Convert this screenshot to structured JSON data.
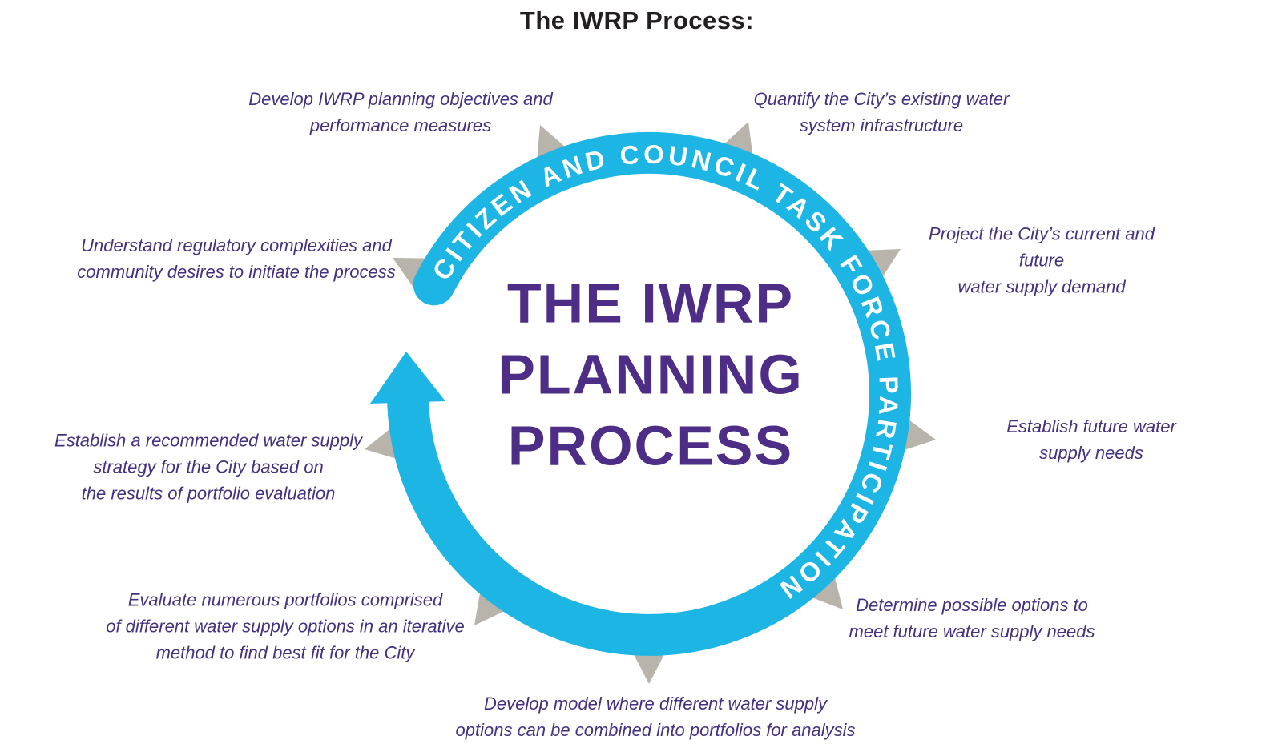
{
  "title": "The IWRP Process:",
  "diagram": {
    "ring_label": "CITIZEN AND COUNCIL TASK FORCE PARTICIPATION",
    "center": {
      "line1": "THE IWRP",
      "line2": "PLANNING",
      "line3": "PROCESS"
    },
    "colors": {
      "ring_cyan": "#1db5e4",
      "center_purple": "#4e2d87",
      "label_purple": "#45317f",
      "pointer_gray": "#b8b3ab",
      "title_black": "#231f20"
    },
    "steps": [
      {
        "text": "Develop IWRP planning objectives and\nperformance measures"
      },
      {
        "text": "Quantify the City’s existing water\nsystem infrastructure"
      },
      {
        "text": "Understand regulatory complexities and\ncommunity desires to initiate the process"
      },
      {
        "text": "Project the City’s current and future\nwater supply demand"
      },
      {
        "text": "Establish a recommended water supply\nstrategy for the City based on\nthe results of portfolio evaluation"
      },
      {
        "text": "Establish future water supply needs"
      },
      {
        "text": "Evaluate numerous portfolios comprised\nof different water supply options in an iterative\nmethod to find best fit for the City"
      },
      {
        "text": "Determine possible options to\nmeet future water supply needs"
      },
      {
        "text": "Develop model where different water supply\noptions can be combined into portfolios for analysis"
      }
    ]
  }
}
